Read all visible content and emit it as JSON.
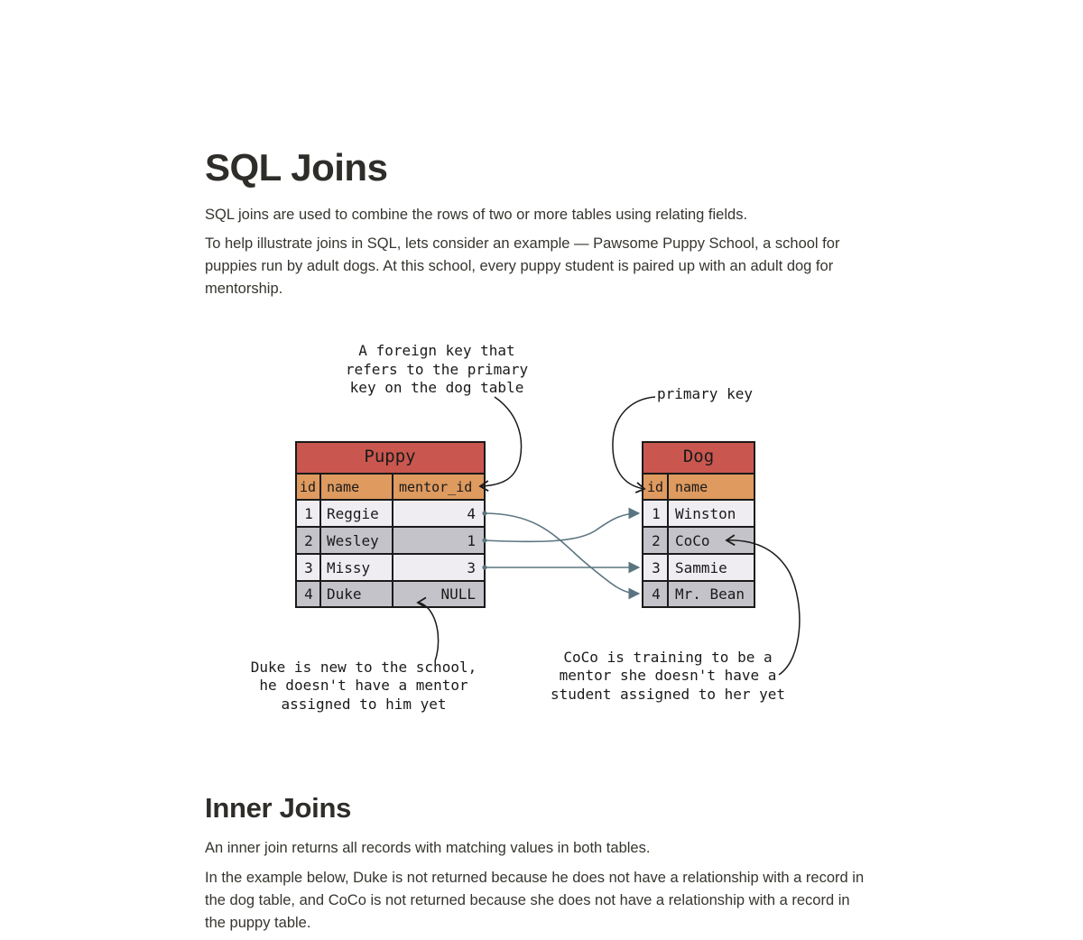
{
  "title": "SQL Joins",
  "intro": {
    "p1": "SQL joins are used to combine the rows of two or more tables using relating fields.",
    "p2": "To help illustrate joins in SQL, lets consider an example — Pawsome Puppy School, a school for puppies run by adult dogs. At this school, every puppy student is paired up with an adult dog for mentorship."
  },
  "diagram": {
    "puppy_table": {
      "title": "Puppy",
      "headers": [
        "id",
        "name",
        "mentor_id"
      ],
      "rows": [
        [
          "1",
          "Reggie",
          "4"
        ],
        [
          "2",
          "Wesley",
          "1"
        ],
        [
          "3",
          "Missy",
          "3"
        ],
        [
          "4",
          "Duke",
          "NULL"
        ]
      ]
    },
    "dog_table": {
      "title": "Dog",
      "headers": [
        "id",
        "name"
      ],
      "rows": [
        [
          "1",
          "Winston"
        ],
        [
          "2",
          "CoCo"
        ],
        [
          "3",
          "Sammie"
        ],
        [
          "4",
          "Mr. Bean"
        ]
      ]
    },
    "annotations": {
      "foreign_key": [
        "A foreign key that",
        "refers to the primary",
        "key on the dog table"
      ],
      "primary_key": "primary key",
      "duke_note": [
        "Duke is new to the school,",
        "he doesn't have a mentor",
        "assigned to him yet"
      ],
      "coco_note": [
        "CoCo is training to be a",
        "mentor she doesn't have a",
        "student assigned to her yet"
      ]
    },
    "colors": {
      "title_bg": "#c9574f",
      "header_bg": "#de9a5f",
      "row_light": "#efedf2",
      "row_dark": "#c4c3c9",
      "arrow": "#5b7580"
    }
  },
  "inner_joins": {
    "heading": "Inner Joins",
    "p1": "An inner join returns all records with matching values in both tables.",
    "p2": "In the example below, Duke is not returned because he does not have a relationship with a record in the dog table, and CoCo is not returned because she does not have a relationship with a record in the puppy table."
  }
}
